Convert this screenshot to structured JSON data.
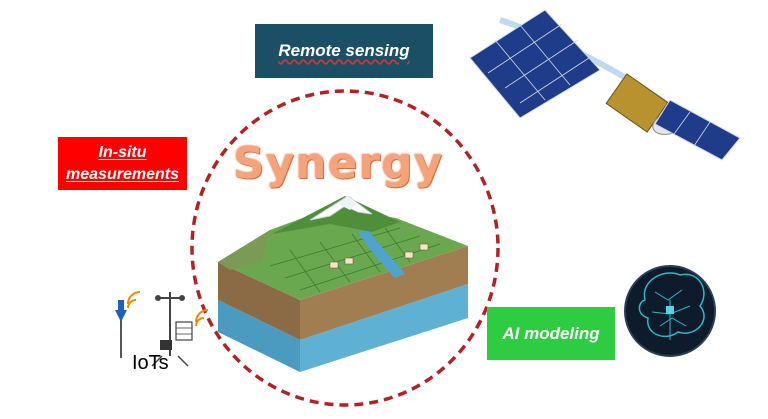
{
  "labels": {
    "remote_sensing": "Remote sensing",
    "in_situ_line1": "In-situ",
    "in_situ_line2": "measurements",
    "ai_modeling": "AI modeling",
    "center_title": "Synergy",
    "iots": "IoTs"
  },
  "colors": {
    "remote_box": "#1b4f66",
    "in_situ_box": "#ff0000",
    "ai_box": "#2ecc40",
    "circle_dash": "#b22222",
    "title": "#f5a37a"
  },
  "icons": [
    "satellite-icon",
    "ai-brain-icon",
    "iot-sensor-icon",
    "weather-station-icon",
    "landscape-block-illustration"
  ]
}
